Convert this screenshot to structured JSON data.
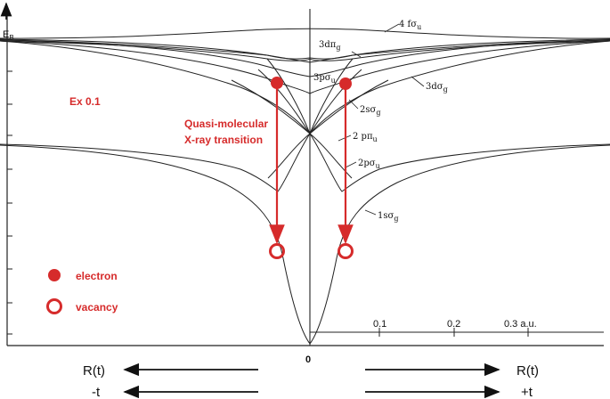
{
  "axis": {
    "energy_label": "E",
    "energy_sub": "B",
    "origin": "0",
    "ticks": [
      "0.1",
      "0.2",
      "0.3 a.u."
    ]
  },
  "orbitals": {
    "f4su": "4 fσ",
    "f4su_sub": "u",
    "d3pg": "3dπ",
    "d3pg_sub": "g",
    "d3sg": "3dσ",
    "d3sg_sub": "g",
    "p3su": "3pσ",
    "p3su_sub": "u",
    "s2sg": "2sσ",
    "s2sg_sub": "g",
    "p2pu": "2 pπ",
    "p2pu_sub": "u",
    "p2su": "2pσ",
    "p2su_sub": "u",
    "s1sg": "1sσ",
    "s1sg_sub": "g"
  },
  "annotations": {
    "example": "Ex 0.1",
    "transition_line1": "Quasi-molecular",
    "transition_line2": "X-ray transition"
  },
  "legend": {
    "electron": "electron",
    "vacancy": "vacancy"
  },
  "bottom": {
    "r_left": "R(t)",
    "r_right": "R(t)",
    "t_left": "-t",
    "t_right": "+t"
  },
  "colors": {
    "accent": "#d62b2b",
    "line": "#222222"
  }
}
